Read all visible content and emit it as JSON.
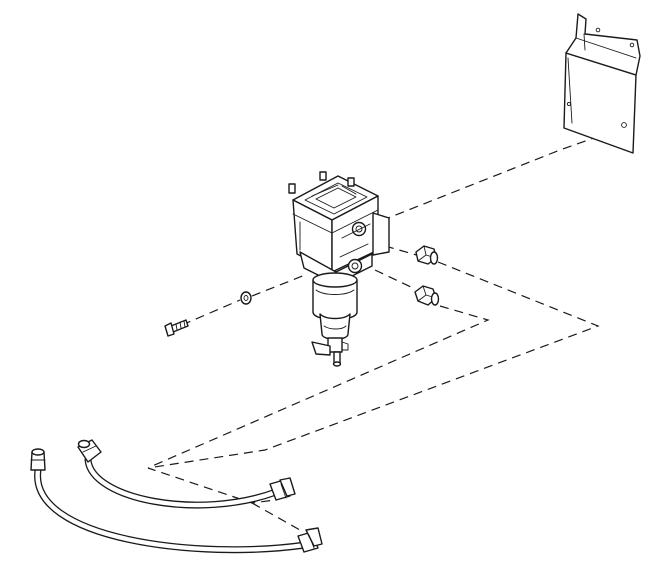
{
  "diagram": {
    "type": "exploded-assembly-line-drawing",
    "parts": [
      {
        "id": "mounting-bracket",
        "icon": "bracket-plate-icon"
      },
      {
        "id": "fuel-filter-housing",
        "icon": "filter-housing-icon"
      },
      {
        "id": "filter-bowl",
        "icon": "filter-bowl-icon"
      },
      {
        "id": "drain-valve",
        "icon": "drain-valve-icon"
      },
      {
        "id": "fitting-upper",
        "icon": "hex-fitting-icon"
      },
      {
        "id": "fitting-lower",
        "icon": "hex-fitting-icon"
      },
      {
        "id": "washer",
        "icon": "washer-icon"
      },
      {
        "id": "bolt",
        "icon": "bolt-icon"
      },
      {
        "id": "hose-long",
        "icon": "hose-icon"
      },
      {
        "id": "hose-short",
        "icon": "hose-icon"
      }
    ],
    "colors": {
      "line": "#1a1a1a",
      "background": "#ffffff"
    }
  }
}
